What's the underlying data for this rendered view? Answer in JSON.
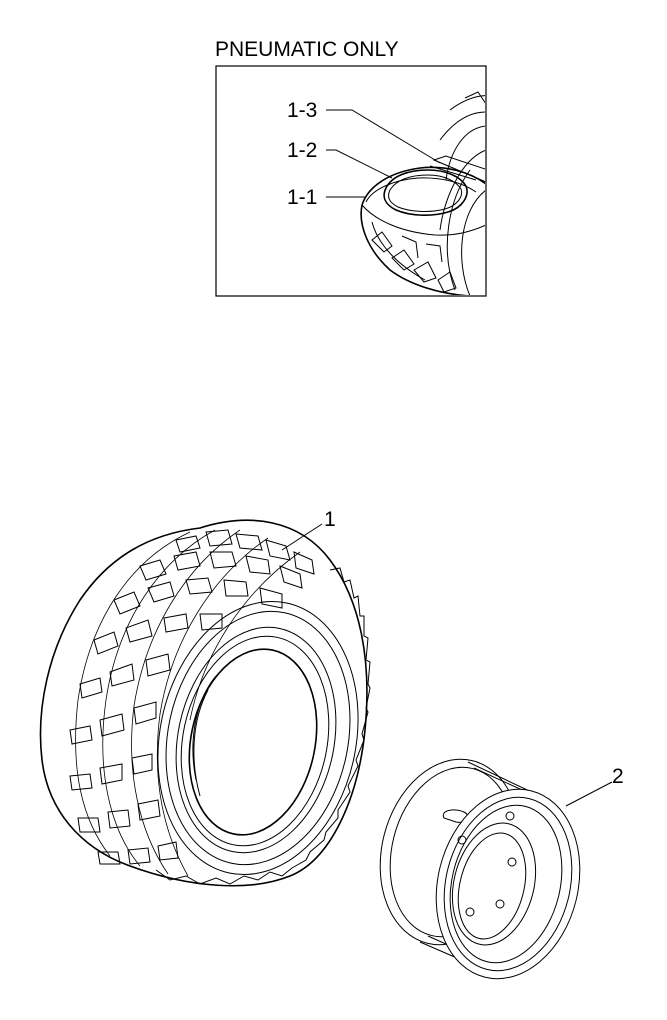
{
  "inset": {
    "title": "PNEUMATIC ONLY",
    "callouts": [
      {
        "id": "callout-1-3",
        "text": "1-3"
      },
      {
        "id": "callout-1-2",
        "text": "1-2"
      },
      {
        "id": "callout-1-1",
        "text": "1-1"
      }
    ]
  },
  "parts": [
    {
      "id": "part-1-tire",
      "text": "1"
    },
    {
      "id": "part-2-rim",
      "text": "2"
    }
  ]
}
